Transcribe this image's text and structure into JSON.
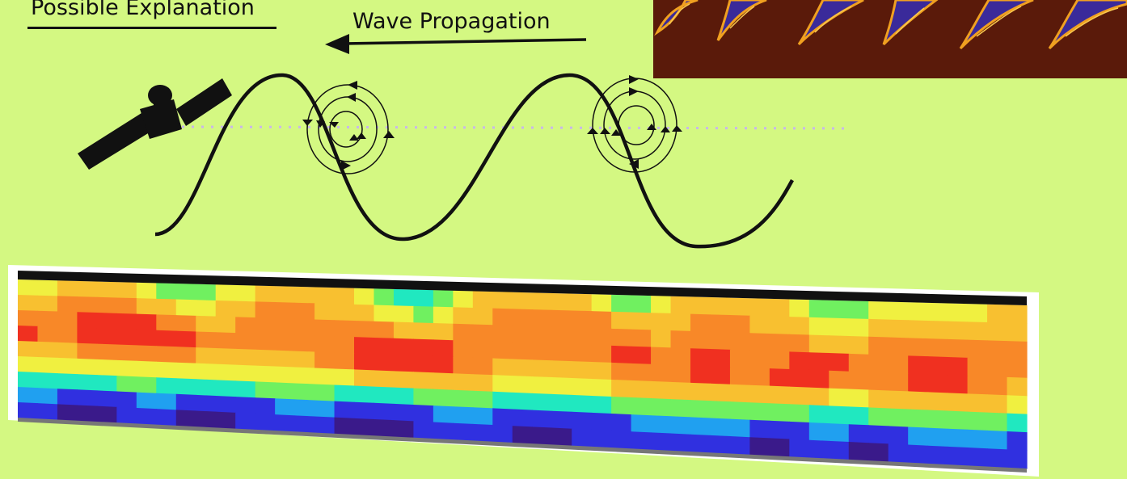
{
  "slide": {
    "title": "Possible Explanation",
    "wave_label": "Wave Propagation"
  },
  "colors": {
    "background": "#d4f882",
    "ink": "#111111",
    "sim_bg": "#5a1a0a",
    "sim_plume_orange": "#f0a020",
    "sim_plume_blue": "#3a2a9a",
    "dotted_line": "#c8b8e8"
  },
  "icons": [
    "satellite-icon",
    "circulation-arrows-icon",
    "left-arrow-icon"
  ],
  "heatmap": {
    "colormap": [
      "#3a1a8a",
      "#3030e0",
      "#20a0f0",
      "#20e8c0",
      "#70f060",
      "#f0f040",
      "#f8c030",
      "#f88828",
      "#f03020"
    ],
    "rows": [
      [
        5,
        5,
        6,
        6,
        6,
        6,
        5,
        4,
        4,
        4,
        5,
        5,
        6,
        6,
        6,
        6,
        6,
        5,
        4,
        3,
        3,
        4,
        5,
        6,
        6,
        6,
        6,
        6,
        6,
        5,
        4,
        4,
        5,
        6,
        6,
        6,
        6,
        6,
        6,
        5,
        4,
        4,
        4,
        5,
        5,
        5,
        5,
        5,
        5,
        6,
        6
      ],
      [
        6,
        6,
        7,
        7,
        7,
        7,
        6,
        6,
        5,
        5,
        6,
        6,
        7,
        7,
        7,
        6,
        6,
        6,
        5,
        5,
        4,
        5,
        6,
        6,
        7,
        7,
        7,
        7,
        7,
        7,
        6,
        6,
        6,
        6,
        7,
        7,
        7,
        6,
        6,
        6,
        5,
        5,
        5,
        6,
        6,
        6,
        6,
        6,
        6,
        6,
        6
      ],
      [
        7,
        7,
        7,
        8,
        8,
        8,
        8,
        7,
        7,
        6,
        6,
        7,
        7,
        7,
        7,
        7,
        7,
        7,
        7,
        6,
        6,
        6,
        7,
        7,
        7,
        7,
        7,
        7,
        7,
        7,
        7,
        7,
        6,
        7,
        7,
        7,
        7,
        7,
        7,
        7,
        6,
        6,
        6,
        7,
        7,
        7,
        7,
        7,
        7,
        7,
        7
      ],
      [
        8,
        7,
        7,
        8,
        8,
        8,
        8,
        8,
        8,
        7,
        7,
        7,
        7,
        7,
        7,
        7,
        7,
        8,
        8,
        8,
        8,
        8,
        7,
        7,
        7,
        7,
        7,
        7,
        7,
        7,
        8,
        8,
        7,
        7,
        8,
        8,
        7,
        7,
        7,
        8,
        8,
        8,
        7,
        7,
        7,
        8,
        8,
        8,
        7,
        7,
        7
      ],
      [
        6,
        6,
        6,
        7,
        7,
        7,
        7,
        7,
        7,
        6,
        6,
        6,
        6,
        6,
        6,
        7,
        7,
        8,
        8,
        8,
        8,
        8,
        7,
        7,
        6,
        6,
        6,
        6,
        6,
        6,
        7,
        7,
        7,
        7,
        8,
        8,
        7,
        7,
        8,
        8,
        8,
        7,
        7,
        7,
        7,
        8,
        8,
        8,
        7,
        7,
        6
      ],
      [
        5,
        5,
        5,
        5,
        5,
        5,
        5,
        5,
        5,
        5,
        5,
        5,
        5,
        5,
        5,
        5,
        5,
        6,
        6,
        6,
        6,
        6,
        6,
        6,
        5,
        5,
        5,
        5,
        5,
        5,
        6,
        6,
        6,
        6,
        6,
        6,
        6,
        6,
        6,
        6,
        6,
        5,
        5,
        6,
        6,
        6,
        6,
        6,
        6,
        6,
        5
      ],
      [
        3,
        3,
        3,
        3,
        3,
        4,
        4,
        3,
        3,
        3,
        3,
        3,
        4,
        4,
        4,
        4,
        3,
        3,
        3,
        3,
        4,
        4,
        4,
        4,
        3,
        3,
        3,
        3,
        3,
        3,
        4,
        4,
        4,
        4,
        4,
        4,
        4,
        4,
        4,
        4,
        3,
        3,
        3,
        4,
        4,
        4,
        4,
        4,
        4,
        4,
        3
      ],
      [
        2,
        2,
        1,
        1,
        1,
        1,
        2,
        2,
        1,
        1,
        1,
        1,
        1,
        2,
        2,
        2,
        1,
        1,
        1,
        1,
        1,
        2,
        2,
        2,
        1,
        1,
        1,
        1,
        1,
        1,
        1,
        2,
        2,
        2,
        2,
        2,
        2,
        1,
        1,
        1,
        2,
        2,
        1,
        1,
        1,
        2,
        2,
        2,
        2,
        2,
        1
      ],
      [
        1,
        1,
        0,
        0,
        0,
        1,
        1,
        1,
        0,
        0,
        0,
        1,
        1,
        1,
        1,
        1,
        0,
        0,
        0,
        0,
        1,
        1,
        1,
        1,
        1,
        0,
        0,
        0,
        1,
        1,
        1,
        1,
        1,
        1,
        1,
        1,
        1,
        0,
        0,
        1,
        1,
        1,
        0,
        0,
        1,
        1,
        1,
        1,
        1,
        1,
        1
      ]
    ]
  }
}
